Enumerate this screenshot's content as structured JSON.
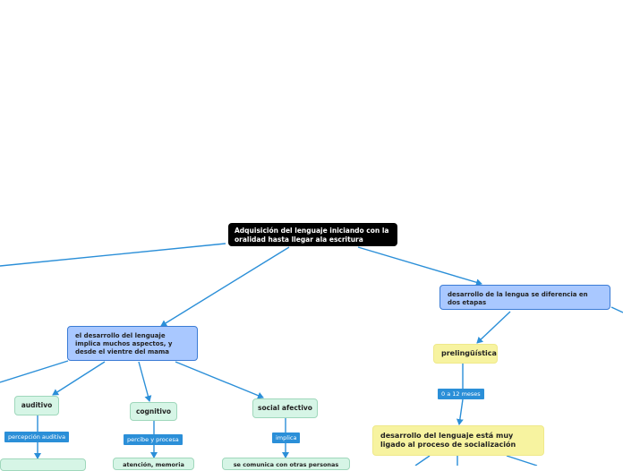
{
  "map": {
    "root": "Adquisición del lenguaje iniciando con la oralidad hasta llegar ala escritura",
    "branch_left": "el desarrollo del lenguaje implica  muchos aspectos, y desde el vientre del mama",
    "branch_right": "desarrollo de la lengua se diferencia en dos etapas",
    "auditivo": "auditivo",
    "cognitivo": "cognitivo",
    "social": "social afectivo",
    "prelinguistica": "prelingüística",
    "socializacion": "desarrollo del lenguaje está muy ligado al proceso de socialización",
    "partial_cognitivo": "atención, memoria",
    "partial_social": "se comunica con otras personas"
  },
  "labels": {
    "percepcion": "percepción auditiva",
    "percibe": "percibe y procesa",
    "implica": "implica",
    "meses": "0 a 12 meses"
  },
  "colors": {
    "connector": "#2b8fd8",
    "root_bg": "#000000",
    "blue_node": "#a9c8ff",
    "green_node": "#d6f5e6",
    "yellow_node": "#f7f3a0"
  }
}
